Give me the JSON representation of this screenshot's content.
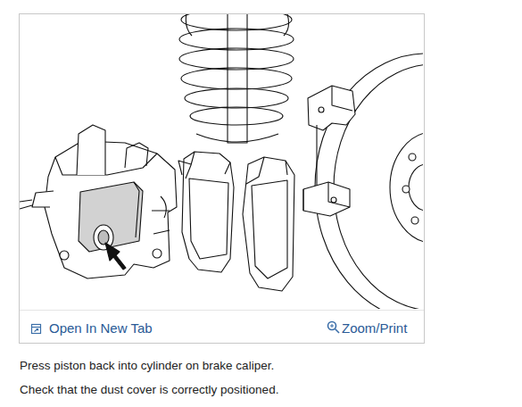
{
  "diagram": {
    "labels": [
      "Open In New Tab",
      "Zoom/Print",
      "Press piston back into cylinder on brake caliper.",
      "Check that the dust cover is correctly positioned."
    ]
  }
}
